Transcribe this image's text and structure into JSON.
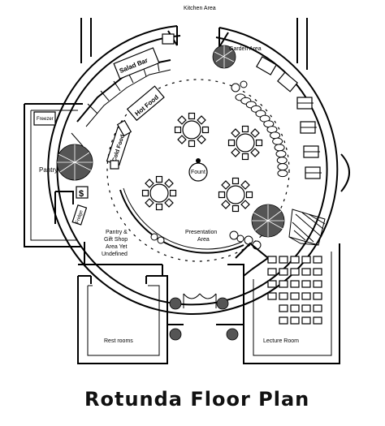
{
  "title": "Rotunda Floor Plan",
  "rooms": {
    "kitchen_area": "Kitchen Area",
    "salad_bar": "Salad Bar",
    "garden_area": "Garden Area",
    "freezer": "Freezer",
    "hot_food": "Hot Food",
    "cold_food": "Cold Food",
    "pantry": "Pantry",
    "dollar": "$",
    "fridge": "Fridge",
    "fount": "Fount",
    "pantry_gift_line1": "Pantry &",
    "pantry_gift_line2": "Gift Shop",
    "pantry_gift_line3": "Area Yet",
    "pantry_gift_line4": "Undefined",
    "presentation_line1": "Presentation",
    "presentation_line2": "Area",
    "rest_rooms": "Rest rooms",
    "lecture_room": "Lecture Room"
  }
}
